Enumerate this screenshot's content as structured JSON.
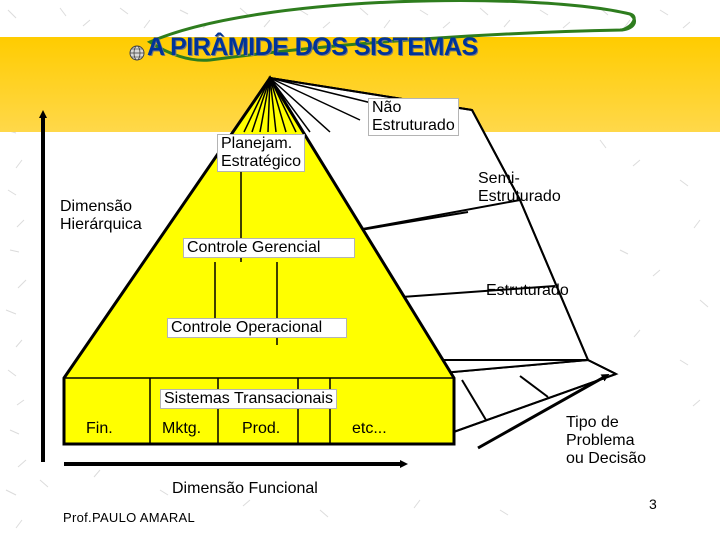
{
  "title": "A PIRÂMIDE DOS SISTEMAS",
  "labels": {
    "nao_estruturado": "Não\nEstruturado",
    "planejam": "Planejam.\nEstratégico",
    "semi_estruturado": "Semi-\nEstruturado",
    "dimensao_hierarquica": "Dimensão\nHierárquica",
    "controle_gerencial": "Controle Gerencial",
    "estruturado": "Estruturado",
    "controle_operacional": "Controle Operacional",
    "sistemas_transacionais": "Sistemas Transacionais",
    "fin": "Fin.",
    "mktg": "Mktg.",
    "prod": "Prod.",
    "etc": "etc...",
    "tipo_problema": "Tipo de\nProblema\nou Decisão",
    "dimensao_funcional": "Dimensão Funcional"
  },
  "author": "Prof.PAULO AMARAL",
  "slide_number": "3",
  "colors": {
    "pyramid": "#ffff00",
    "banner": "#ffcc00",
    "swoosh": "#2e7d1e",
    "title": "#003399"
  },
  "icons": {
    "title_bullet": "globe-icon"
  }
}
